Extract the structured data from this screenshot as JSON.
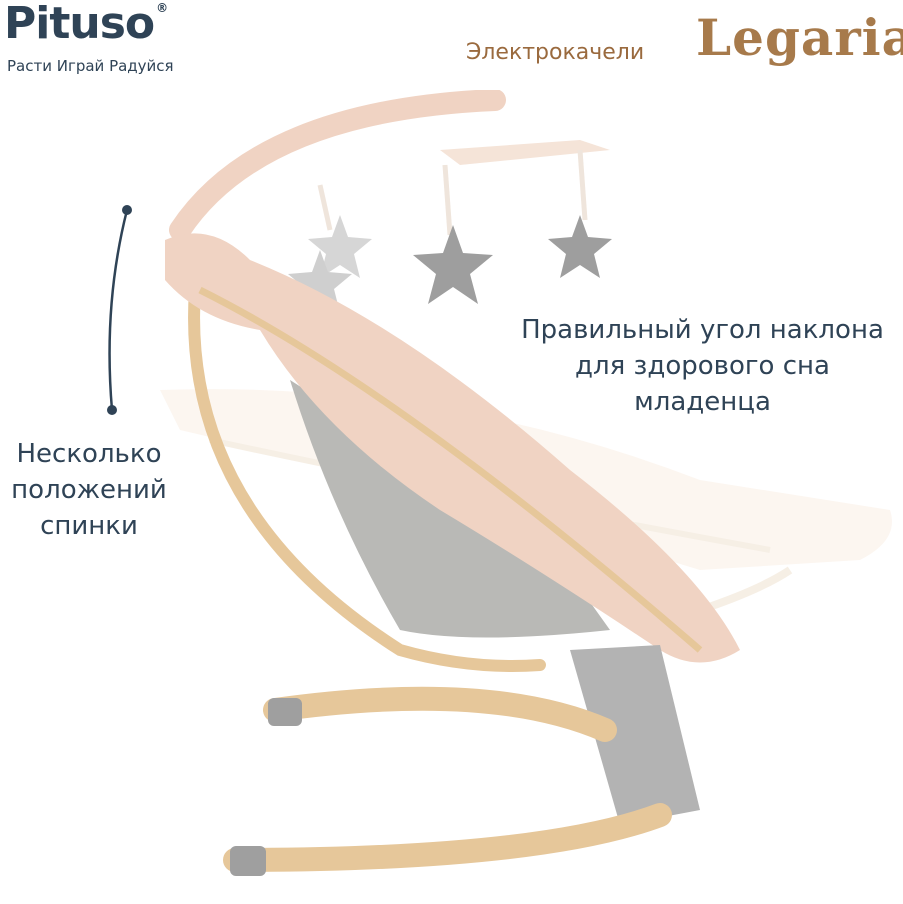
{
  "brand": {
    "logo": "Pituso",
    "logo_mark": "®",
    "tagline": "Расти Играй Радуйся"
  },
  "product": {
    "type": "Электрокачели",
    "model": "Legaria"
  },
  "features": {
    "recline_angle": [
      "Правильный угол наклона",
      "для здорового сна",
      "младенца"
    ],
    "backrest_positions": [
      "Несколько",
      "положений",
      "спинки"
    ]
  },
  "colors": {
    "text": "#2f4356",
    "accent": "#a77a4b",
    "fabric": "#f0d3c3",
    "wood": "#e6c79a",
    "mesh": "#b9b9b6",
    "toy": "#9e9e9e"
  }
}
